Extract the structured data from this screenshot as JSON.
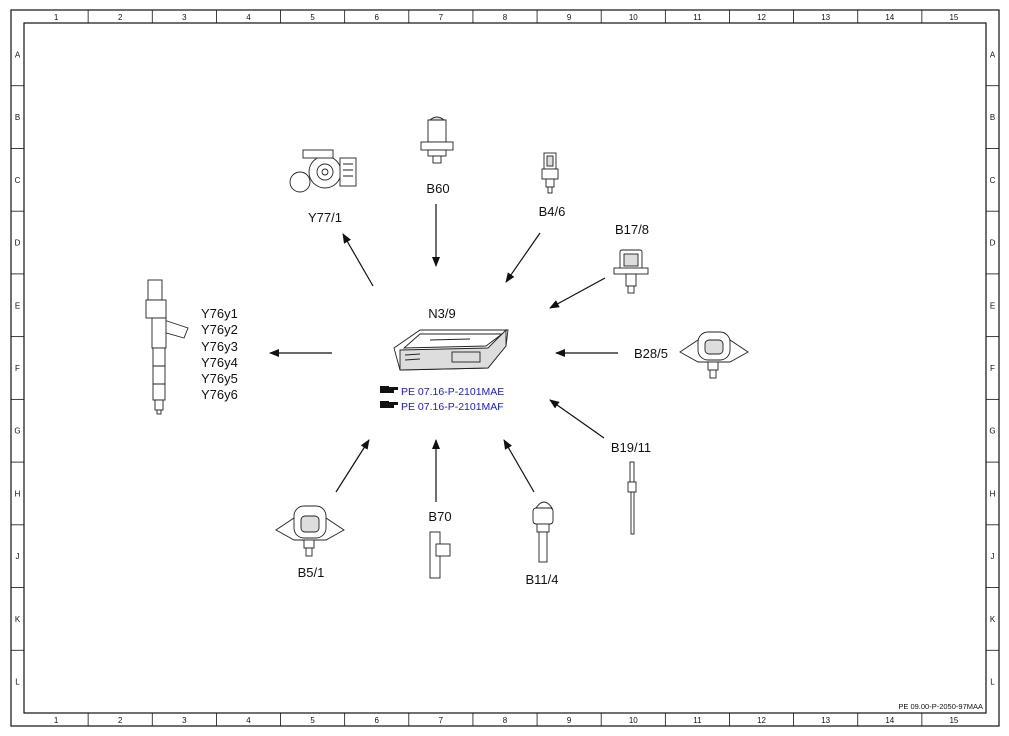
{
  "grid": {
    "columns": [
      "1",
      "2",
      "3",
      "4",
      "5",
      "6",
      "7",
      "8",
      "9",
      "10",
      "11",
      "12",
      "13",
      "14",
      "15"
    ],
    "rows": [
      "A",
      "B",
      "C",
      "D",
      "E",
      "F",
      "G",
      "H",
      "J",
      "K",
      "L"
    ]
  },
  "center_unit": {
    "label": "N3/9",
    "references": [
      "PE 07.16-P-2101MAE",
      "PE 07.16-P-2101MAF"
    ],
    "link_color": "#1a1ad0"
  },
  "components": {
    "y77_1": "Y77/1",
    "b60": "B60",
    "b4_6": "B4/6",
    "b17_8": "B17/8",
    "b28_5": "B28/5",
    "b19_11": "B19/11",
    "b11_4": "B11/4",
    "b70": "B70",
    "b5_1": "B5/1",
    "injectors": [
      "Y76y1",
      "Y76y2",
      "Y76y3",
      "Y76y4",
      "Y76y5",
      "Y76y6"
    ]
  },
  "icons": [
    "hand-pointer-icon"
  ],
  "footer": {
    "doc_id": "PE 09.00-P-2050-97MAA"
  }
}
